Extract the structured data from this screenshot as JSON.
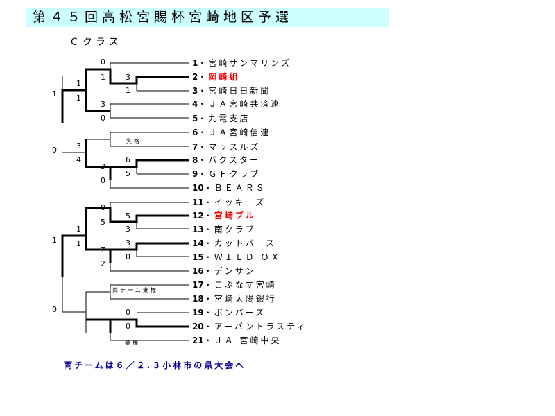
{
  "title": "第４５回高松宮賜杯宮崎地区予選",
  "class_label": "Ｃクラス",
  "teams": [
    {
      "num": "1",
      "name": "宮崎サンマリンズ",
      "highlight": false
    },
    {
      "num": "2",
      "name": "岡崎組",
      "highlight": true
    },
    {
      "num": "3",
      "name": "宮崎日日新聞",
      "highlight": false
    },
    {
      "num": "4",
      "name": "ＪＡ宮崎共済連",
      "highlight": false
    },
    {
      "num": "5",
      "name": "九電支店",
      "highlight": false
    },
    {
      "num": "6",
      "name": "ＪＡ宮崎信連",
      "highlight": false
    },
    {
      "num": "7",
      "name": "マッスルズ",
      "highlight": false
    },
    {
      "num": "8",
      "name": "バクスター",
      "highlight": false
    },
    {
      "num": "9",
      "name": "ＧＦクラブ",
      "highlight": false
    },
    {
      "num": "10",
      "name": "ＢＥＡＲＳ",
      "highlight": false
    },
    {
      "num": "11",
      "name": "イッキーズ",
      "highlight": false
    },
    {
      "num": "12",
      "name": "宮崎ブル",
      "highlight": true
    },
    {
      "num": "13",
      "name": "南クラブ",
      "highlight": false
    },
    {
      "num": "14",
      "name": "カットバース",
      "highlight": false
    },
    {
      "num": "15",
      "name": "ＷＩＬＤ ＯＸ",
      "highlight": false
    },
    {
      "num": "16",
      "name": "デンサン",
      "highlight": false
    },
    {
      "num": "17",
      "name": "こぶなす宮崎",
      "highlight": false
    },
    {
      "num": "18",
      "name": "宮崎太陽銀行",
      "highlight": false
    },
    {
      "num": "19",
      "name": "ボンバーズ",
      "highlight": false
    },
    {
      "num": "20",
      "name": "アーバントラスティ",
      "highlight": false
    },
    {
      "num": "21",
      "name": "ＪＡ 宮崎中央",
      "highlight": false
    }
  ],
  "scores": [
    "0",
    "1",
    "3",
    "1",
    "1",
    "1",
    "3",
    "0",
    "1",
    "0",
    "3",
    "4",
    "6",
    "5",
    "3",
    "0",
    "0",
    "5",
    "3",
    "1",
    "5",
    "7",
    "3",
    "0",
    "2",
    "1",
    "0",
    "0",
    "0"
  ],
  "notes": [
    "失格",
    "両チーム棄権",
    "棄権"
  ],
  "footer": "両チームは６／２.３小林市の県大会へ"
}
